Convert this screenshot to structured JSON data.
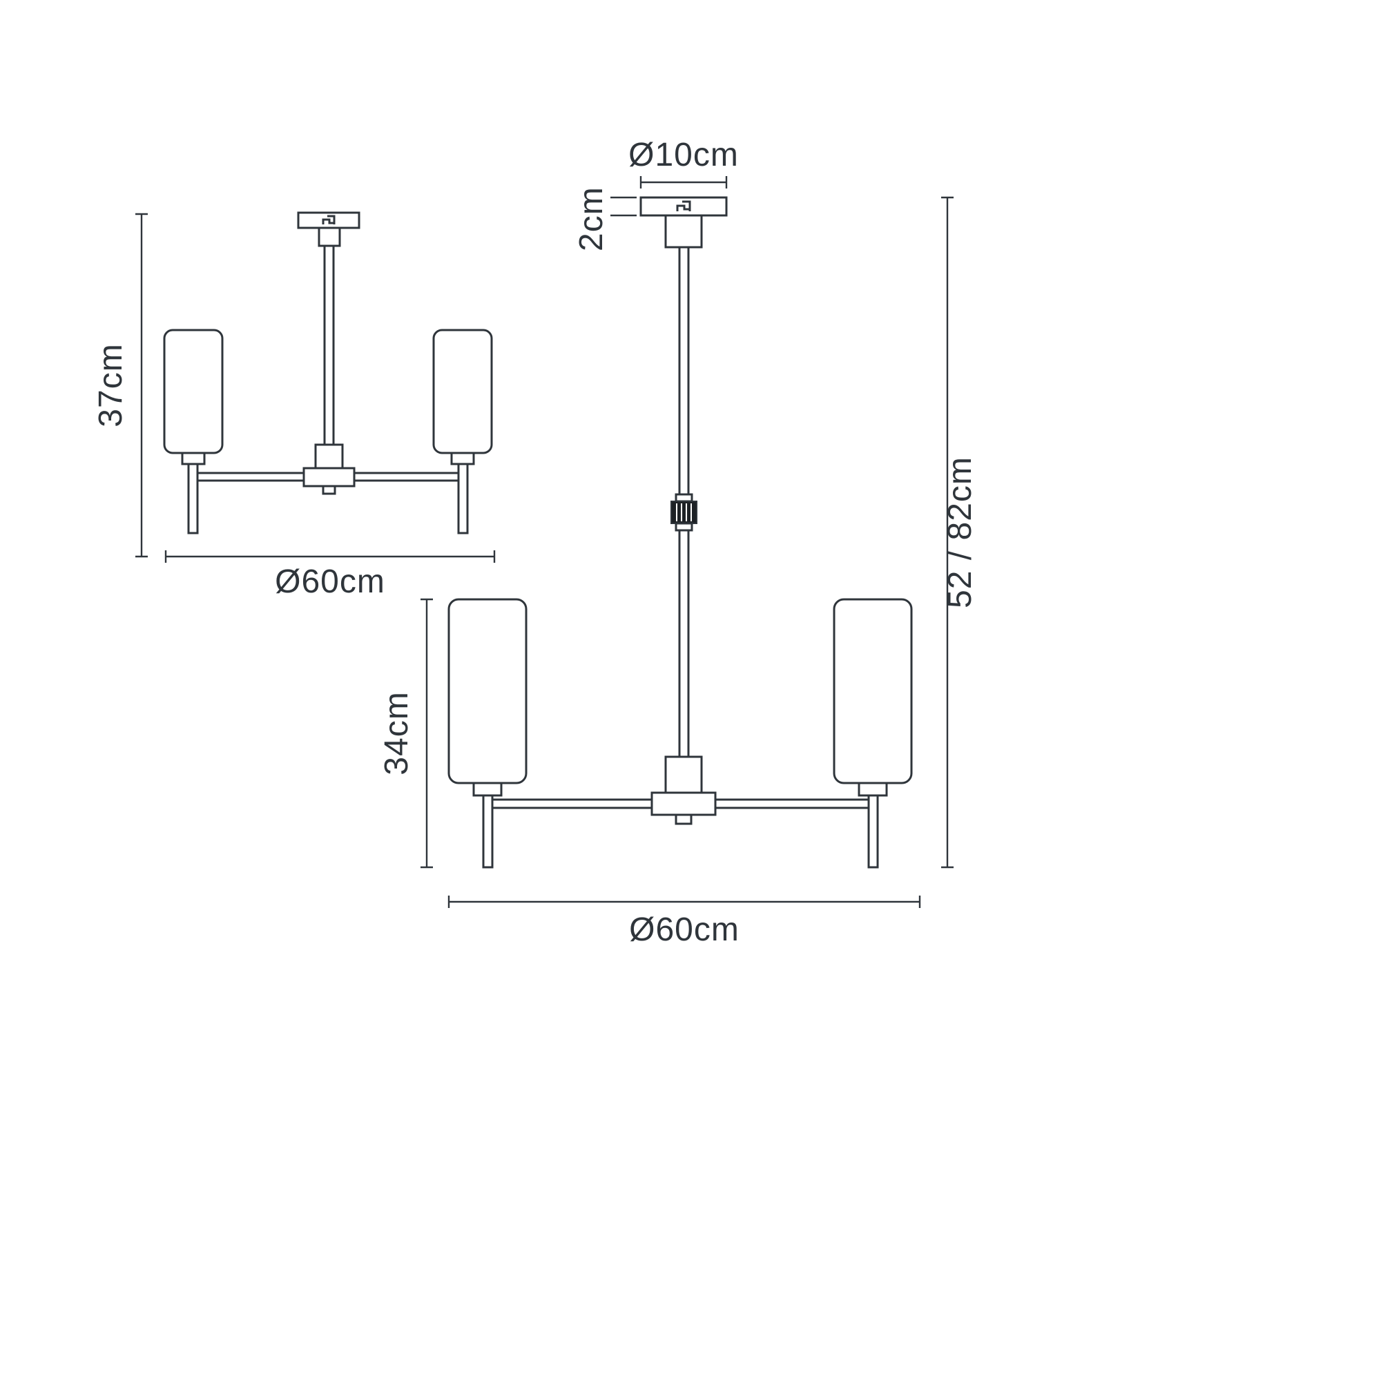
{
  "colors": {
    "line": "#2f353b",
    "text": "#2f353b",
    "background": "#ffffff",
    "knurl_fill": "#1d2125"
  },
  "views": {
    "semi_flush": {
      "height_label": "37cm",
      "diameter_label": "Ø60cm"
    },
    "pendant": {
      "canopy_diameter_label": "Ø10cm",
      "canopy_height_label": "2cm",
      "overall_height_label": "52 / 82cm",
      "shade_section_height_label": "34cm",
      "diameter_label": "Ø60cm"
    }
  }
}
